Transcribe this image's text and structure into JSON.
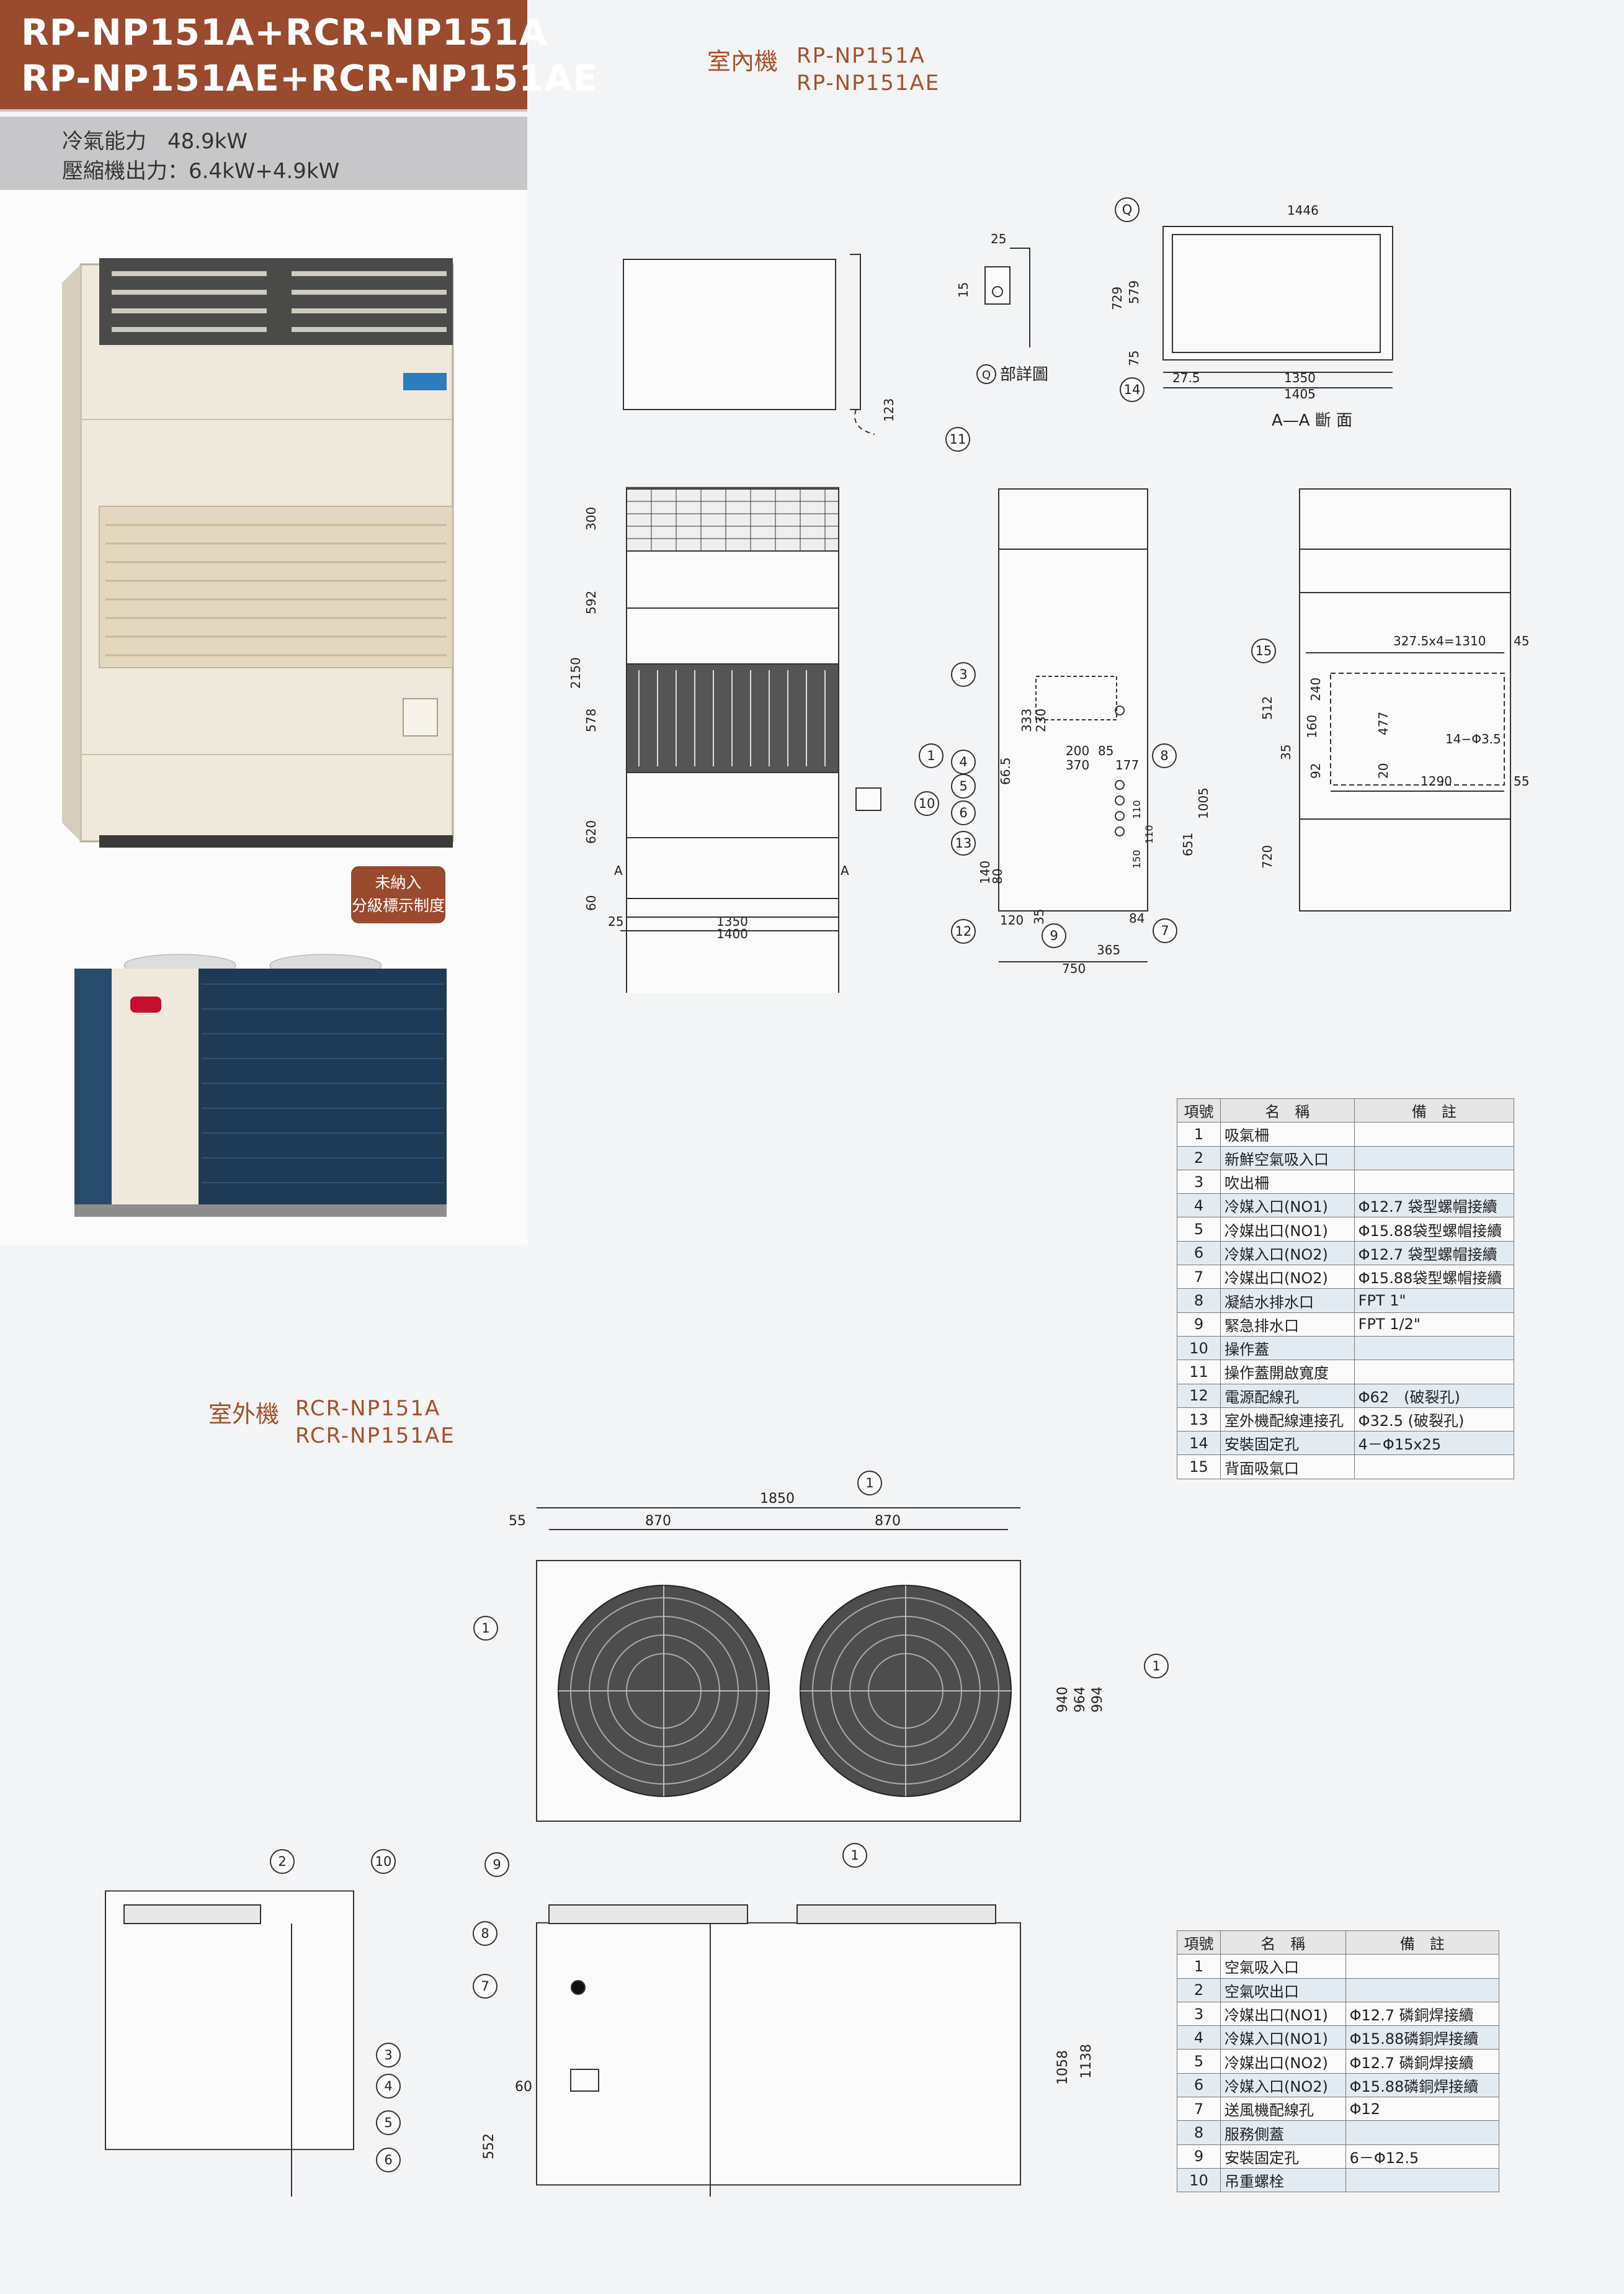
{
  "header": {
    "line1": "RP-NP151A+RCR-NP151A",
    "line2": "RP-NP151AE+RCR-NP151AE"
  },
  "specs": {
    "cooling": "冷氣能力　48.9kW",
    "compressor": "壓縮機出力：6.4kW+4.9kW"
  },
  "badge": {
    "line1": "未納入",
    "line2": "分級標示制度"
  },
  "indoor": {
    "label": "室內機",
    "model1": "RP-NP151A",
    "model2": "RP-NP151AE",
    "detail_label": "部詳圖",
    "section_label": "A—A 斷 面",
    "dims": {
      "d1446": "1446",
      "d729": "729",
      "d579": "579",
      "d75": "75",
      "d27_5": "27.5",
      "d1350": "1350",
      "d1405": "1405",
      "d25": "25",
      "d15": "15",
      "d123": "123",
      "d300": "300",
      "d592": "592",
      "d578": "578",
      "d620": "620",
      "d2150": "2150",
      "d60": "60",
      "d25b": "25",
      "d1400": "1400",
      "d333": "333",
      "d230": "230",
      "d66_5": "66.5",
      "d200": "200",
      "d85": "85",
      "d370": "370",
      "d177": "177",
      "d1005": "1005",
      "d651": "651",
      "d110a": "110",
      "d110b": "110",
      "d150": "150",
      "d84": "84",
      "d140": "140",
      "d80": "80",
      "d120": "120",
      "d35": "35",
      "d365": "365",
      "d750": "750",
      "d327": "327.5x4=1310",
      "d45": "45",
      "d512": "512",
      "d240": "240",
      "d160": "160",
      "d477": "477",
      "d35b": "35",
      "d92": "92",
      "d20": "20",
      "d14phi": "14−Φ3.5",
      "d1290": "1290",
      "d55b": "55",
      "d720": "720",
      "markA": "A"
    },
    "parts_table": {
      "headers": [
        "項號",
        "名　稱",
        "備　註"
      ],
      "rows": [
        [
          "1",
          "吸氣柵",
          ""
        ],
        [
          "2",
          "新鮮空氣吸入口",
          ""
        ],
        [
          "3",
          "吹出柵",
          ""
        ],
        [
          "4",
          "冷媒入口(NO1)",
          "Φ12.7  袋型螺帽接續"
        ],
        [
          "5",
          "冷媒出口(NO1)",
          "Φ15.88袋型螺帽接續"
        ],
        [
          "6",
          "冷媒入口(NO2)",
          "Φ12.7  袋型螺帽接續"
        ],
        [
          "7",
          "冷媒出口(NO2)",
          "Φ15.88袋型螺帽接續"
        ],
        [
          "8",
          "凝結水排水口",
          "FPT 1\""
        ],
        [
          "9",
          "緊急排水口",
          "FPT 1/2\""
        ],
        [
          "10",
          "操作蓋",
          ""
        ],
        [
          "11",
          "操作蓋開啟寬度",
          ""
        ],
        [
          "12",
          "電源配線孔",
          "Φ62　(破裂孔)"
        ],
        [
          "13",
          "室外機配線連接孔",
          "Φ32.5 (破裂孔)"
        ],
        [
          "14",
          "安裝固定孔",
          "4－Φ15x25"
        ],
        [
          "15",
          "背面吸氣口",
          ""
        ]
      ]
    }
  },
  "outdoor": {
    "label": "室外機",
    "model1": "RCR-NP151A",
    "model2": "RCR-NP151AE",
    "dims": {
      "d1850": "1850",
      "d55": "55",
      "d870a": "870",
      "d870b": "870",
      "d940": "940",
      "d964": "964",
      "d994": "994",
      "d60": "60",
      "d552": "552",
      "d1058": "1058",
      "d1138": "1138"
    },
    "parts_table": {
      "headers": [
        "項號",
        "名　稱",
        "備　註"
      ],
      "rows": [
        [
          "1",
          "空氣吸入口",
          ""
        ],
        [
          "2",
          "空氣吹出口",
          ""
        ],
        [
          "3",
          "冷媒出口(NO1)",
          "Φ12.7  磷銅焊接續"
        ],
        [
          "4",
          "冷媒入口(NO1)",
          "Φ15.88磷銅焊接續"
        ],
        [
          "5",
          "冷媒出口(NO2)",
          "Φ12.7  磷銅焊接續"
        ],
        [
          "6",
          "冷媒入口(NO2)",
          "Φ15.88磷銅焊接續"
        ],
        [
          "7",
          "送風機配線孔",
          "Φ12"
        ],
        [
          "8",
          "服務側蓋",
          ""
        ],
        [
          "9",
          "安裝固定孔",
          "6－Φ12.5"
        ],
        [
          "10",
          "吊重螺栓",
          ""
        ]
      ]
    }
  },
  "callouts": [
    "1",
    "2",
    "3",
    "4",
    "5",
    "6",
    "7",
    "8",
    "9",
    "10",
    "11",
    "12",
    "13",
    "14",
    "15",
    "Q"
  ],
  "colors": {
    "brand": "#9a4a2d",
    "accent_text": "#a5502a",
    "table_alt_row": "#e3ebf2"
  }
}
